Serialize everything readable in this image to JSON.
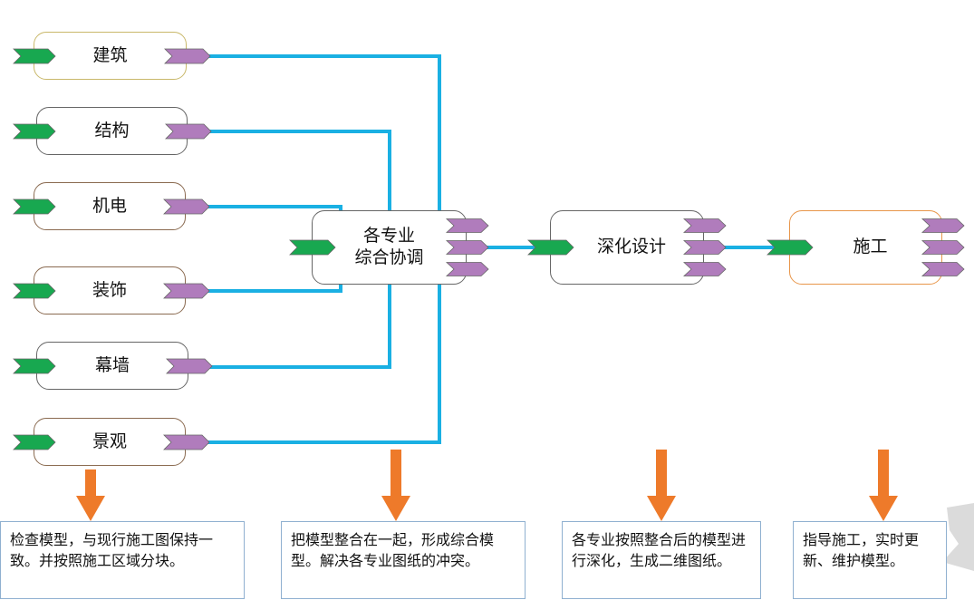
{
  "sources": [
    {
      "label": "建筑",
      "border": "#c9b86a"
    },
    {
      "label": "结构",
      "border": "#666666"
    },
    {
      "label": "机电",
      "border": "#8a6a50"
    },
    {
      "label": "装饰",
      "border": "#8a6a50"
    },
    {
      "label": "幕墙",
      "border": "#666666"
    },
    {
      "label": "景观",
      "border": "#8a6a50"
    }
  ],
  "stages": [
    {
      "label": "各专业\n综合协调",
      "border": "#666666"
    },
    {
      "label": "深化设计",
      "border": "#666666"
    },
    {
      "label": "施工",
      "border": "#e8964a"
    }
  ],
  "notes": [
    "检查模型，与现行施工图保持一致。并按照施工区域分块。",
    "把模型整合在一起，形成综合模型。解决各专业图纸的冲突。",
    "各专业按照整合后的模型进行深化，生成二维图纸。",
    "指导施工，实时更新、维护模型。"
  ],
  "colors": {
    "connector": "#1ab0e3",
    "input_port": "#18a850",
    "output_port": "#b07cbc",
    "arrow": "#ee7a2a"
  }
}
